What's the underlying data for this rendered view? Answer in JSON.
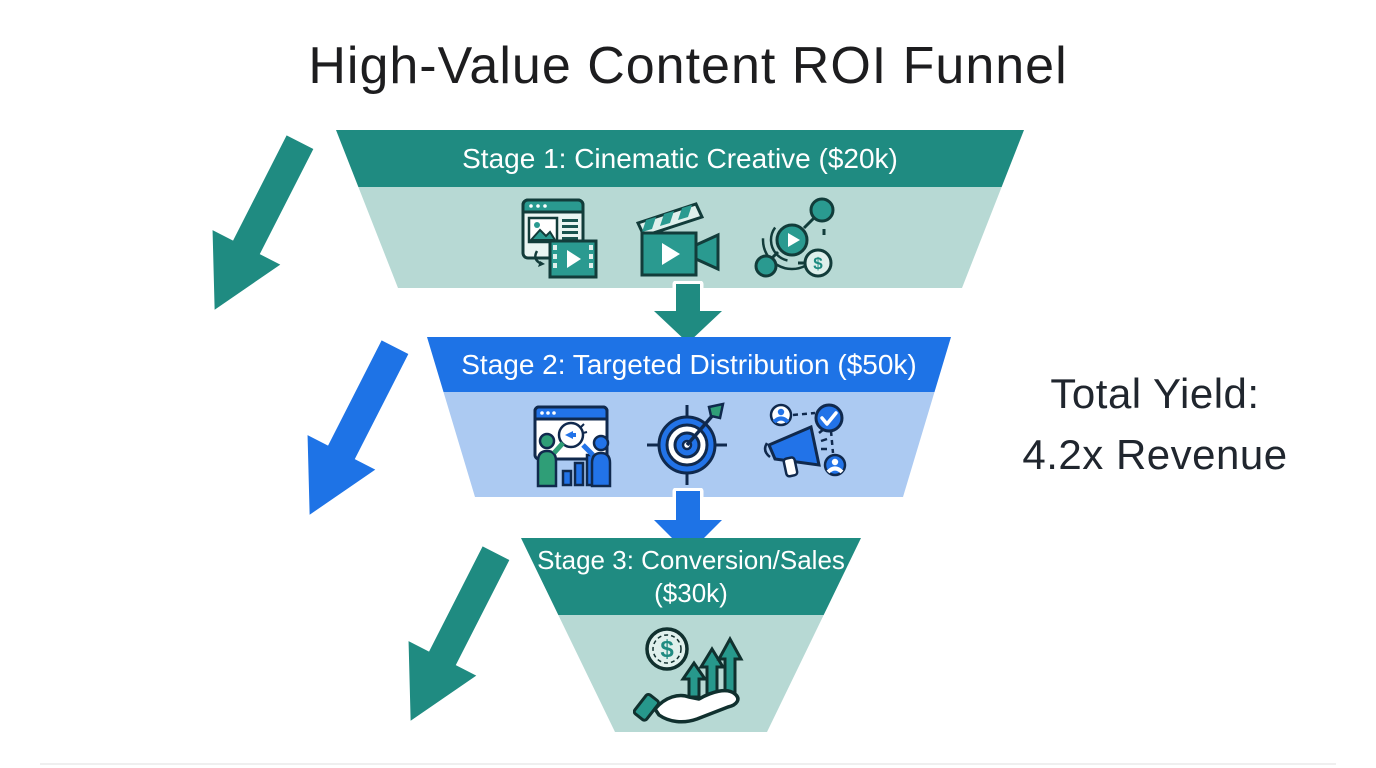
{
  "title": "High-Value Content ROI Funnel",
  "funnel": {
    "stages": [
      {
        "stage_number": 1,
        "label": "Stage 1: Cinematic Creative ($20k)",
        "budget": "$20k",
        "header_color": "#1f8b81",
        "body_color": "#b7d9d4",
        "icons": [
          "content-video-icon",
          "clapperboard-icon",
          "media-network-icon"
        ]
      },
      {
        "stage_number": 2,
        "label": "Stage 2: Targeted Distribution ($50k)",
        "budget": "$50k",
        "header_color": "#1e73e6",
        "body_color": "#accaf2",
        "icons": [
          "audience-analytics-icon",
          "target-icon",
          "megaphone-outreach-icon"
        ]
      },
      {
        "stage_number": 3,
        "label": "Stage 3: Conversion/Sales ($30k)",
        "budget": "$30k",
        "header_color": "#1f8b81",
        "body_color": "#b7d9d4",
        "icons": [
          "revenue-growth-icon"
        ]
      }
    ],
    "flow_arrows": [
      {
        "name": "stage1-to-stage2",
        "color": "#1f8b81"
      },
      {
        "name": "stage2-to-stage3",
        "color": "#1e73e6"
      }
    ],
    "side_arrows": [
      {
        "name": "beside-stage-1",
        "color": "#1f8b81"
      },
      {
        "name": "beside-stage-2",
        "color": "#1e73e6"
      },
      {
        "name": "beside-stage-3",
        "color": "#1f8b81"
      }
    ]
  },
  "total_yield": {
    "label": "Total Yield:",
    "value": "4.2x Revenue"
  },
  "colors": {
    "teal": "#1f8b81",
    "teal_light": "#b7d9d4",
    "blue": "#1e73e6",
    "blue_light": "#accaf2",
    "ink": "#1d1d1f",
    "background": "#ffffff"
  }
}
